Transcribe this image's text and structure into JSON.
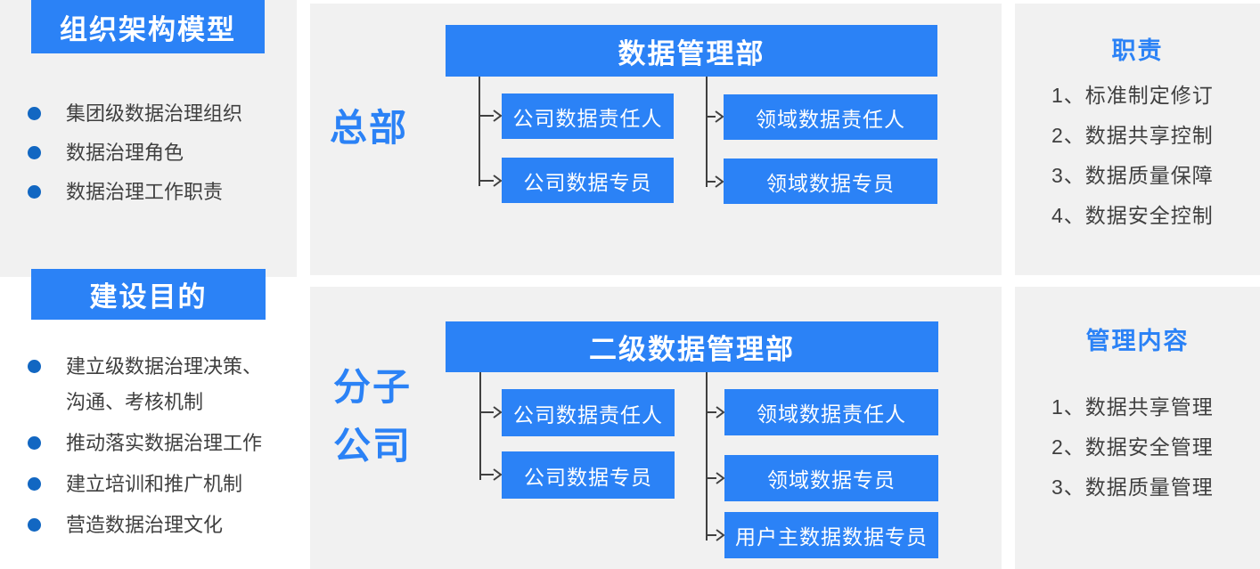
{
  "colors": {
    "accent_blue": "#2b82f6",
    "bullet_blue": "#1267c2",
    "panel_gray": "#f1f1f1",
    "line_gray": "#404040",
    "text_gray": "#3f3f3f"
  },
  "left": {
    "org_model": {
      "title": "组织架构模型",
      "items": [
        "集团级数据治理组织",
        "数据治理角色",
        "数据治理工作职责"
      ]
    },
    "purpose": {
      "title": "建设目的",
      "items": [
        "建立级数据治理决策、沟通、考核机制",
        "推动落实数据治理工作",
        "建立培训和推广机制",
        "营造数据治理文化"
      ]
    }
  },
  "center": {
    "headquarters": {
      "label": "总部",
      "root": "数据管理部",
      "company_roles": [
        "公司数据责任人",
        "公司数据专员"
      ],
      "domain_roles": [
        "领域数据责任人",
        "领域数据专员"
      ]
    },
    "subsidiaries": {
      "label": "分子公司",
      "root": "二级数据管理部",
      "company_roles": [
        "公司数据责任人",
        "公司数据专员"
      ],
      "domain_roles": [
        "领域数据责任人",
        "领域数据专员",
        "用户主数据数据专员"
      ]
    }
  },
  "right": {
    "duties": {
      "title": "职责",
      "items": [
        "1、标准制定修订",
        "2、数据共享控制",
        "3、数据质量保障",
        "4、数据安全控制"
      ]
    },
    "management": {
      "title": "管理内容",
      "items": [
        "1、数据共享管理",
        "2、数据安全管理",
        "3、数据质量管理"
      ]
    }
  }
}
